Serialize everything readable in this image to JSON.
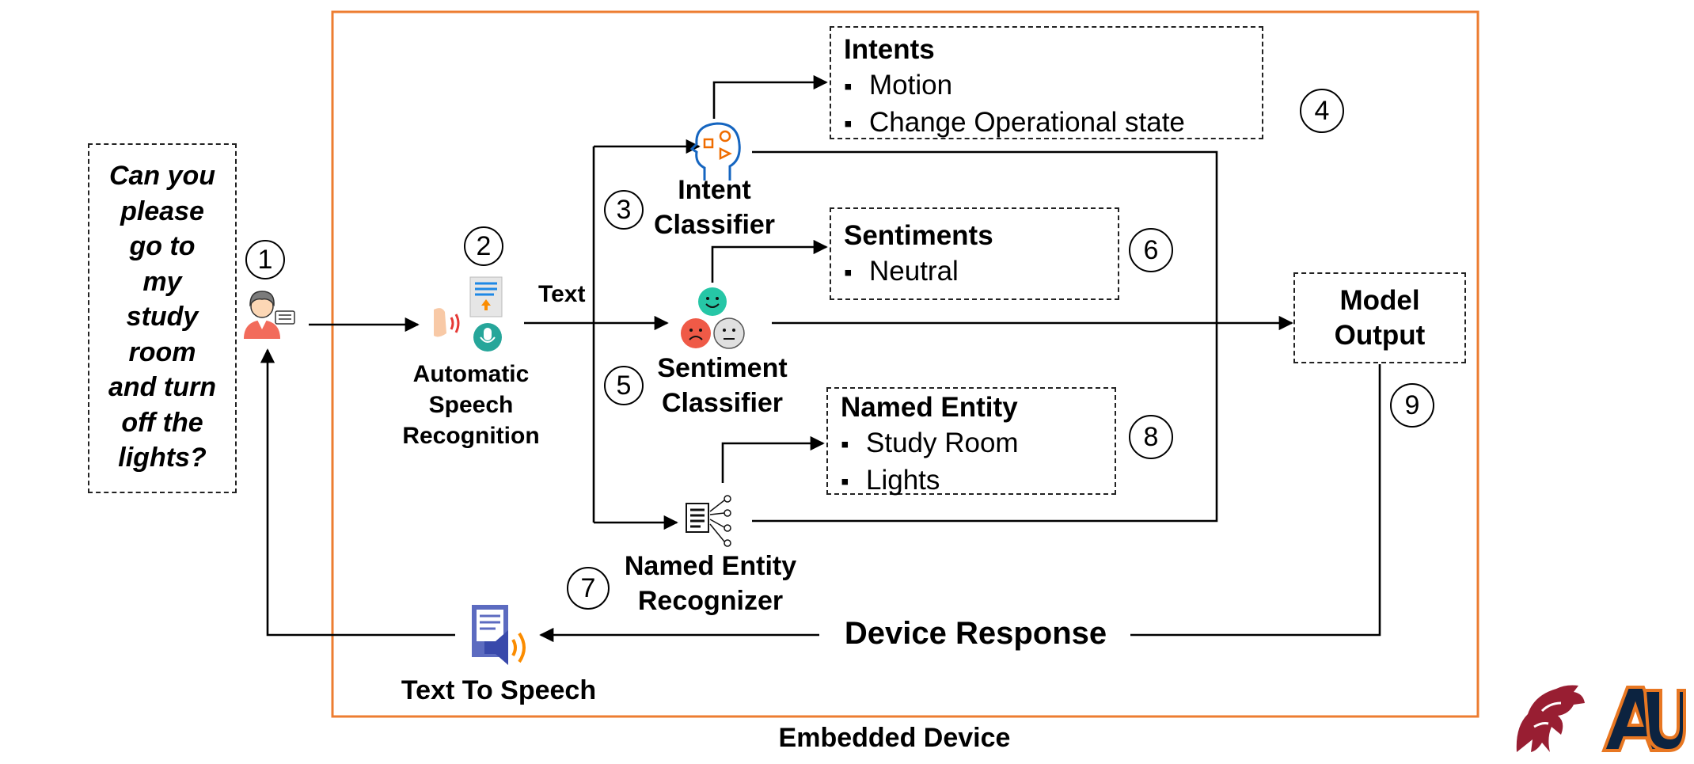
{
  "query": {
    "lines": [
      "Can you",
      "please",
      "go to",
      "my",
      "study",
      "room",
      "and turn",
      "off the",
      "lights?"
    ]
  },
  "steps": {
    "s1": "1",
    "s2": "2",
    "s3": "3",
    "s4": "4",
    "s5": "5",
    "s6": "6",
    "s7": "7",
    "s8": "8",
    "s9": "9"
  },
  "components": {
    "asr": [
      "Automatic",
      "Speech",
      "Recognition"
    ],
    "intent": [
      "Intent",
      "Classifier"
    ],
    "sentiment": [
      "Sentiment",
      "Classifier"
    ],
    "ner": [
      "Named Entity",
      "Recognizer"
    ],
    "tts": "Text To Speech",
    "text_label": "Text"
  },
  "intents": {
    "title": "Intents",
    "items": [
      "Motion",
      "Change Operational state"
    ]
  },
  "sentiments": {
    "title": "Sentiments",
    "items": [
      "Neutral"
    ]
  },
  "entities": {
    "title": "Named Entity",
    "items": [
      "Study Room",
      "Lights"
    ]
  },
  "model_output": [
    "Model",
    "Output"
  ],
  "device_response": "Device Response",
  "embedded_device": "Embedded Device",
  "colors": {
    "frame": "#ED7D31",
    "wsu": "#981E32",
    "auburn_blue": "#0C2340",
    "auburn_orange": "#E87722"
  }
}
